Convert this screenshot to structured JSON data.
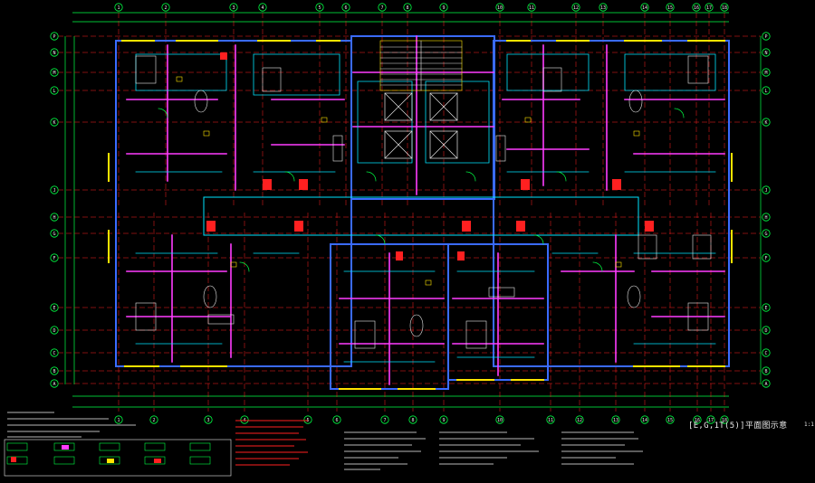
{
  "drawing": {
    "title": "[E,G,1T(5)]平面图示意",
    "scale": "1:1"
  },
  "axes_top_numbers": [
    "1",
    "2",
    "3",
    "4",
    "5",
    "6",
    "7",
    "8",
    "9",
    "10",
    "11",
    "12",
    "13",
    "14",
    "15",
    "16",
    "17",
    "18"
  ],
  "axes_bottom_numbers": [
    "1",
    "2",
    "3",
    "4",
    "5",
    "6",
    "7",
    "8",
    "9",
    "10",
    "11",
    "12",
    "13",
    "14",
    "15",
    "16",
    "17",
    "18"
  ],
  "axes_letters": [
    "P",
    "N",
    "M",
    "L",
    "K",
    "J",
    "H",
    "G",
    "F",
    "E",
    "D",
    "C",
    "B",
    "A"
  ],
  "colors": {
    "background": "#000000",
    "wall_blue": "#3a6bff",
    "wall_magenta": "#ff3cff",
    "cyan": "#00e5ff",
    "green": "#00ff44",
    "red": "#ff2020",
    "yellow": "#ffe400",
    "white": "#e8e8e8"
  },
  "icons": [
    "stair-icon",
    "elevator-icon",
    "door-swing-icon",
    "bed-icon",
    "sofa-icon",
    "table-icon",
    "toilet-icon"
  ]
}
